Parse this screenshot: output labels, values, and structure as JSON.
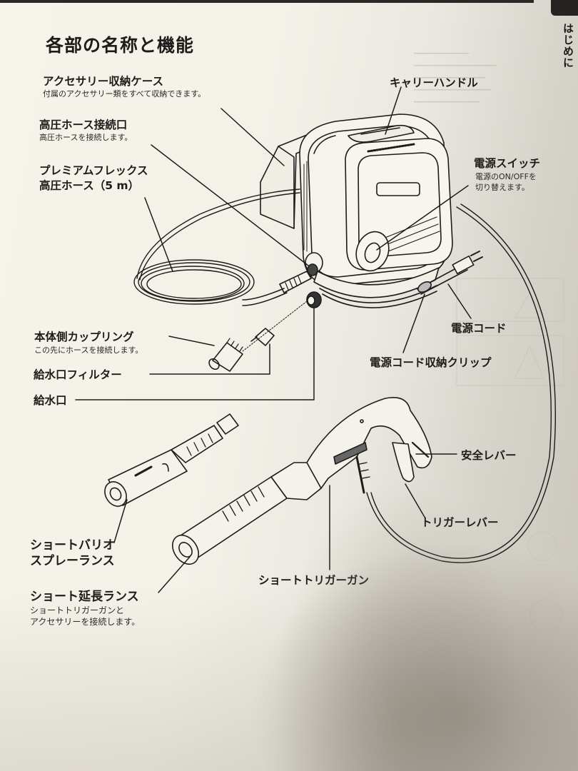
{
  "page": {
    "section_tab": "はじめに",
    "title": "各部の名称と機能",
    "colors": {
      "paper": "#f3f1e8",
      "ink": "#1e1c1a",
      "shadow": "#9a9388",
      "tab": "#262422"
    }
  },
  "parts": [
    {
      "id": "accessory-case",
      "name": "アクセサリー収納ケース",
      "description": "付属のアクセサリー類をすべて収納できます。"
    },
    {
      "id": "hose-port",
      "name": "高圧ホース接続口",
      "description": "高圧ホースを接続します。"
    },
    {
      "id": "premium-hose",
      "name_line1": "プレミアムフレックス",
      "name_line2": "高圧ホース（5 m）"
    },
    {
      "id": "carry-handle",
      "name": "キャリーハンドル"
    },
    {
      "id": "power-switch",
      "name": "電源スイッチ",
      "description_line1": "電源のON/OFFを",
      "description_line2": "切り替えます。"
    },
    {
      "id": "power-cord",
      "name": "電源コード"
    },
    {
      "id": "cord-clip",
      "name": "電源コード収納クリップ"
    },
    {
      "id": "body-coupling",
      "name": "本体側カップリング",
      "description": "この先にホースを接続します。"
    },
    {
      "id": "inlet-filter",
      "name": "給水口フィルター"
    },
    {
      "id": "water-inlet",
      "name": "給水口"
    },
    {
      "id": "safety-lever",
      "name": "安全レバー"
    },
    {
      "id": "trigger-lever",
      "name": "トリガーレバー"
    },
    {
      "id": "vario-lance",
      "name_line1": "ショートバリオ",
      "name_line2": "スプレーランス"
    },
    {
      "id": "trigger-gun",
      "name": "ショートトリガーガン"
    },
    {
      "id": "extension-lance",
      "name": "ショート延長ランス",
      "description_line1": "ショートトリガーガンと",
      "description_line2": "アクセサリーを接続します。"
    }
  ]
}
